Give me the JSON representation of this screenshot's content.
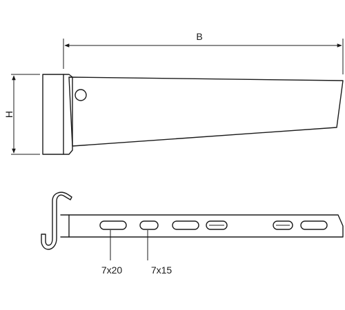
{
  "dimensions": {
    "width_label": "B",
    "height_label": "H"
  },
  "slot_labels": {
    "slot_a": "7x20",
    "slot_b": "7x15"
  }
}
